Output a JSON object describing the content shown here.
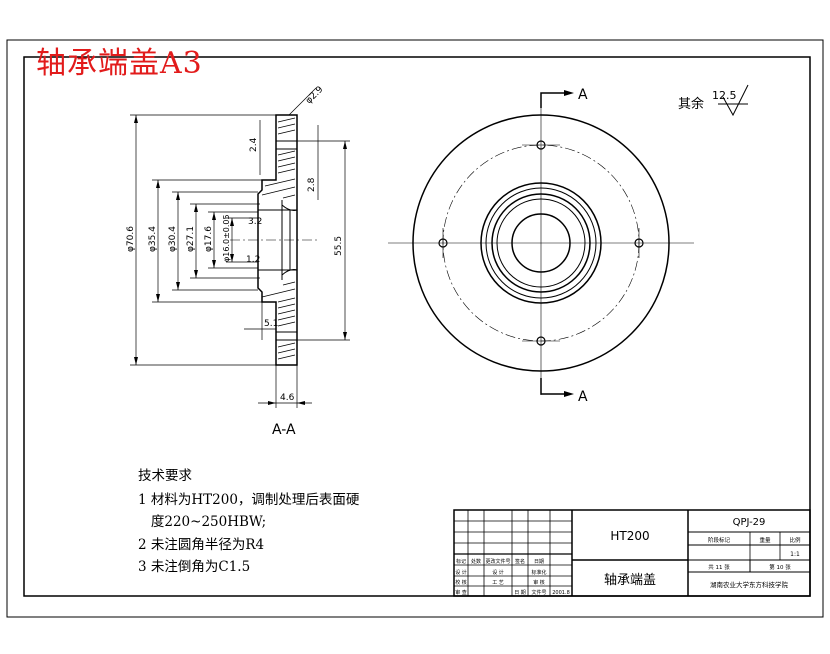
{
  "title": "轴承端盖A3",
  "roughness": {
    "label": "其余",
    "value": "12.5"
  },
  "section_view": {
    "label": "A-A",
    "dims": {
      "d_outer": "φ70.6",
      "d_boss": "φ35.4",
      "d_counterbore": "φ30.4",
      "d_bore": "φ27.1",
      "d_inner": "φ17.6",
      "d_fit": "φ16.0±0.05",
      "height": "55.5",
      "hole": "φ2.9",
      "v2_4": "2.4",
      "v2_8": "2.8",
      "w5_1": "5.1",
      "w4_6": "4.6",
      "r3_2": "3.2",
      "r1_2": "1.2"
    }
  },
  "section_marks": {
    "top": "A",
    "bottom": "A"
  },
  "requirements": {
    "heading": "技术要求",
    "items": [
      "1 材料为HT200，调制处理后表面硬",
      "   度220~250HBW;",
      "2 未注圆角半径为R4",
      "3 未注倒角为C1.5"
    ]
  },
  "title_block": {
    "material": "HT200",
    "part_name": "轴承端盖",
    "drawing_no": "QPJ-29",
    "school": "湖南农业大学东方科技学院",
    "sheets_total": "共 11 张",
    "sheet_no": "第 10 张",
    "scale": "1:1",
    "col_stage": "阶段标记",
    "col_weight": "重量",
    "col_scale": "比例",
    "r1": [
      "标记",
      "处数",
      "更改文件号",
      "签名",
      "日期"
    ],
    "r2": [
      "设 计",
      "",
      "标准化",
      ""
    ],
    "r3": [
      "校 核",
      "",
      "审 核",
      ""
    ],
    "r4": [
      "审 查",
      "",
      "文件号",
      ""
    ],
    "r5": [
      "工 艺",
      "",
      "日 期",
      "2001.8"
    ]
  }
}
